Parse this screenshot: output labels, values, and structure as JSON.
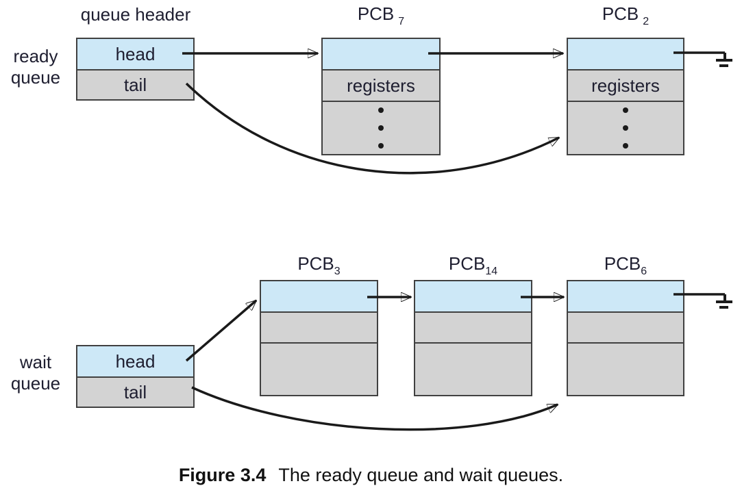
{
  "figure": {
    "caption_label": "Figure 3.4",
    "caption_text": "The ready queue and wait queues."
  },
  "colors": {
    "cell_blue": "#cde8f7",
    "cell_gray": "#d3d3d3",
    "box_border": "#404040",
    "arrow": "#1a1a1a",
    "text": "#1e1e30"
  },
  "icons": {
    "null_terminator": "ground-symbol"
  },
  "ready_section": {
    "header_label": "queue header",
    "side_label": [
      "ready",
      "queue"
    ],
    "header_cells": {
      "head": "head",
      "tail": "tail"
    },
    "pcbs": [
      {
        "base": "PCB",
        "sub": "7",
        "row2": "registers"
      },
      {
        "base": "PCB",
        "sub": "2",
        "row2": "registers"
      }
    ]
  },
  "wait_section": {
    "side_label": [
      "wait",
      "queue"
    ],
    "header_cells": {
      "head": "head",
      "tail": "tail"
    },
    "pcbs": [
      {
        "base": "PCB",
        "sub": "3"
      },
      {
        "base": "PCB",
        "sub": "14"
      },
      {
        "base": "PCB",
        "sub": "6"
      }
    ]
  }
}
